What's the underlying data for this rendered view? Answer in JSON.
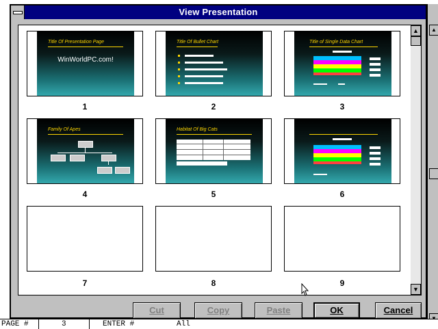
{
  "dialog": {
    "title": "View Presentation",
    "slides": [
      {
        "number": "1",
        "title": "Title Of Presentation Page",
        "text": "WinWorldPC.com!"
      },
      {
        "number": "2",
        "title": "Title Of Bullet Chart"
      },
      {
        "number": "3",
        "title": "Title of Single Data Chart"
      },
      {
        "number": "4",
        "title": "Family Of Apes"
      },
      {
        "number": "5",
        "title": "Habitat Of Big Cats"
      },
      {
        "number": "6",
        "title": ""
      },
      {
        "number": "7"
      },
      {
        "number": "8"
      },
      {
        "number": "9"
      }
    ],
    "buttons": {
      "cut": "Cut",
      "copy": "Copy",
      "paste": "Paste",
      "ok": "OK",
      "cancel": "Cancel"
    }
  },
  "background": {
    "status_page": "PAGE #",
    "status_num": "3",
    "status_enter": "ENTER #",
    "status_all": "All"
  },
  "icons": {
    "scroll_up": "up-arrow-icon",
    "scroll_down": "down-arrow-icon",
    "cursor": "mouse-pointer-icon"
  },
  "colors": {
    "titlebar": "#000080",
    "dialog_face": "#c0c0c0",
    "slide_title": "#ffd700"
  }
}
